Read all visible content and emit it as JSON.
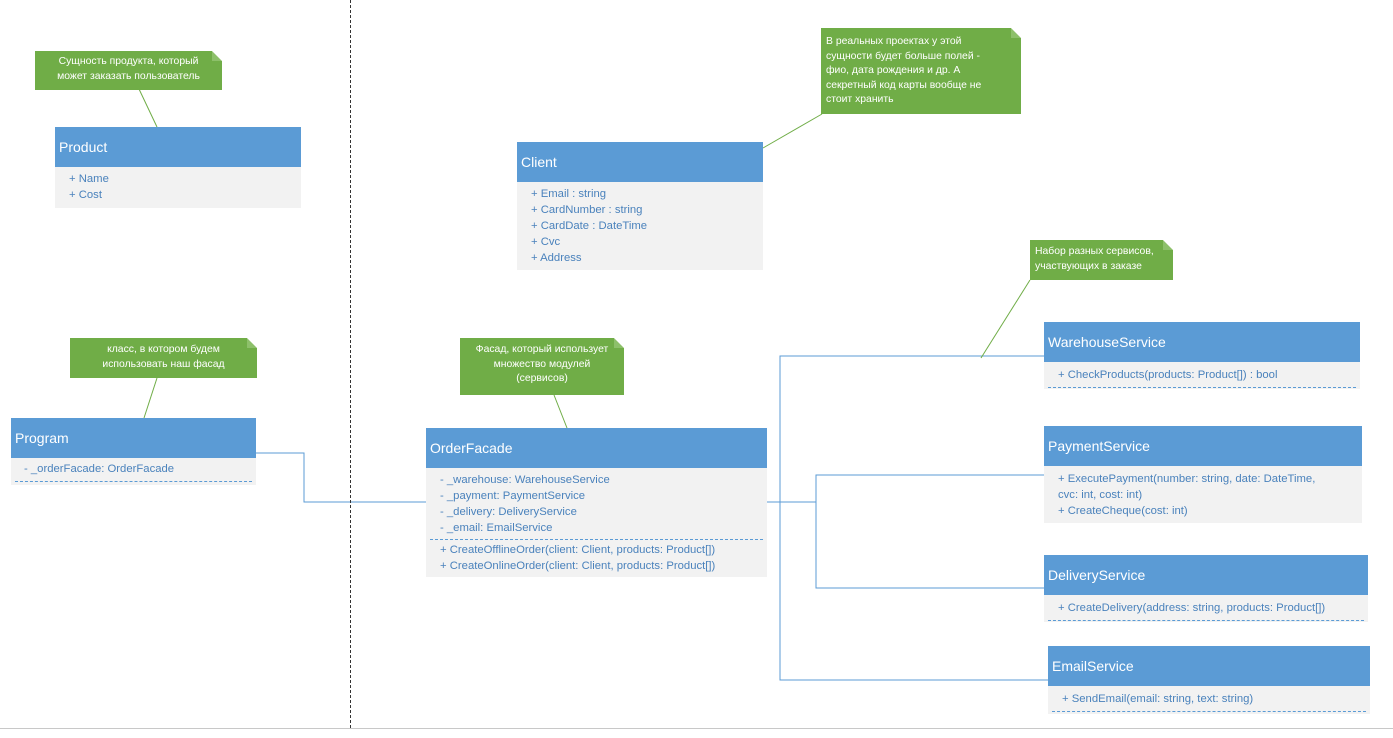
{
  "classes": {
    "product": {
      "name": "Product",
      "members": [
        "+ Name",
        "+ Cost"
      ]
    },
    "client": {
      "name": "Client",
      "members": [
        "+ Email : string",
        "+ CardNumber : string",
        "+ CardDate : DateTime",
        "+ Cvc",
        "+ Address"
      ]
    },
    "program": {
      "name": "Program",
      "fields": [
        "- _orderFacade: OrderFacade"
      ]
    },
    "order_facade": {
      "name": "OrderFacade",
      "fields": [
        "- _warehouse: WarehouseService",
        "- _payment: PaymentService",
        "- _delivery: DeliveryService",
        "- _email: EmailService"
      ],
      "methods": [
        "+ CreateOfflineOrder(client: Client, products: Product[])",
        "+ CreateOnlineOrder(client: Client, products: Product[])"
      ]
    },
    "warehouse_service": {
      "name": "WarehouseService",
      "methods": [
        "+ CheckProducts(products: Product[]) : bool"
      ]
    },
    "payment_service": {
      "name": "PaymentService",
      "methods": [
        "+ ExecutePayment(number: string, date: DateTime,",
        "cvc: int, cost: int)",
        "+ CreateCheque(cost: int)"
      ]
    },
    "delivery_service": {
      "name": "DeliveryService",
      "methods": [
        "+ CreateDelivery(address: string, products: Product[])"
      ]
    },
    "email_service": {
      "name": "EmailService",
      "methods": [
        "+ SendEmail(email: string, text: string)"
      ]
    }
  },
  "notes": {
    "product_note": [
      "Сущность продукта, который",
      "может заказать пользователь"
    ],
    "client_note": [
      "В реальных проектах у этой",
      "сущности будет больше полей -",
      "фио, дата рождения и др. А",
      "секретный код карты вообще не",
      "стоит хранить"
    ],
    "program_note": [
      "класс, в котором будем",
      "использовать наш фасад"
    ],
    "facade_note": [
      "Фасад, который использует",
      "множество модулей",
      "(сервисов)"
    ],
    "services_note": [
      "Набор разных сервисов,",
      "участвующих в заказе"
    ]
  },
  "colors": {
    "class_header": "#5b9bd5",
    "class_body": "#f2f2f2",
    "member_text": "#4a82bc",
    "note": "#70ad47",
    "connector": "#5b9bd5"
  }
}
